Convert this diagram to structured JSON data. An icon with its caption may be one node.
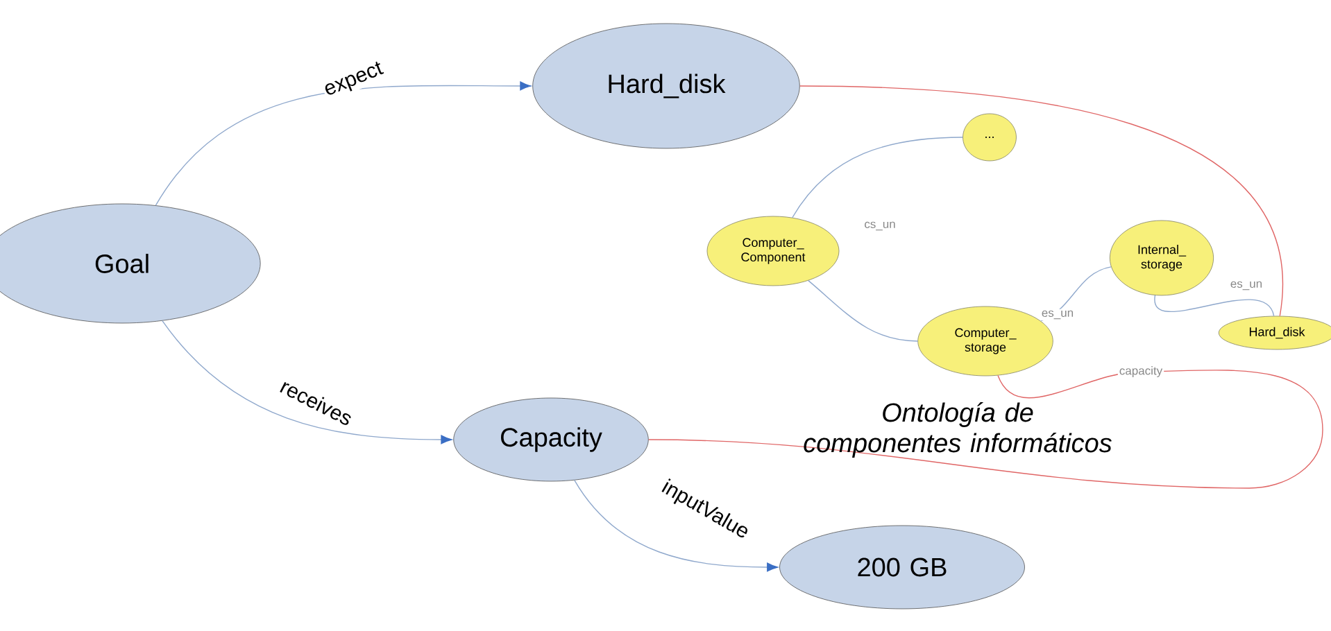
{
  "diagram": {
    "nodes": [
      {
        "text": [
          "Goal"
        ]
      },
      {
        "text": [
          "Hard_disk"
        ]
      },
      {
        "text": [
          "Capacity"
        ]
      },
      {
        "text": [
          "200 GB"
        ]
      },
      {
        "text": [
          "..."
        ]
      },
      {
        "text": [
          "Computer_ Component"
        ]
      },
      {
        "text": [
          "Computer_ storage"
        ]
      },
      {
        "text": [
          "Internal_ storage"
        ]
      },
      {
        "text": [
          "Hard_disk"
        ]
      }
    ],
    "edges": [
      {
        "from": 0,
        "to": 1,
        "arrow": "to",
        "label": "expect"
      },
      {
        "from": 0,
        "to": 2,
        "arrow": "to",
        "label": "receives"
      },
      {
        "from": 2,
        "to": 3,
        "arrow": "to",
        "label": "inputValue"
      },
      {
        "from": 5,
        "to": 4,
        "arrow": "none",
        "label": "cs_un"
      },
      {
        "from": 5,
        "to": 6,
        "arrow": "none"
      },
      {
        "from": 6,
        "to": 7,
        "arrow": "none",
        "label": "es_un"
      },
      {
        "from": 7,
        "to": 8,
        "arrow": "none",
        "label": "es_un"
      },
      {
        "from": 1,
        "to": 8,
        "arrow": "none",
        "color": "#e06666"
      },
      {
        "from": 6,
        "to": 2,
        "arrow": "none",
        "label": "capacity",
        "color": "#e06666"
      }
    ],
    "labels": [
      "Ontología de componentes informáticos"
    ]
  }
}
